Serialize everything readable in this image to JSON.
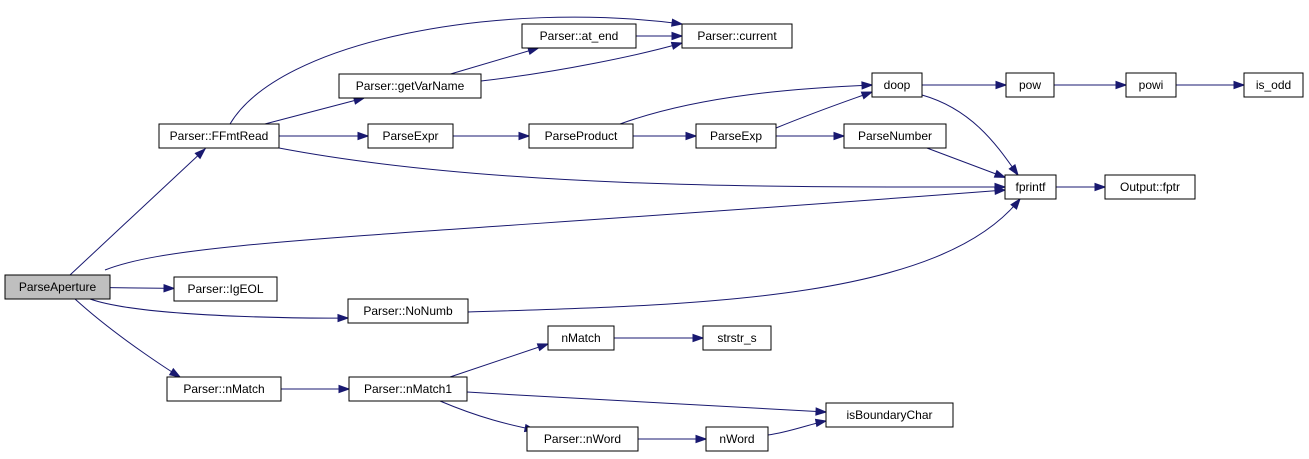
{
  "colors": {
    "edge": "#191970",
    "root_fill": "#bfbfbf",
    "node_fill": "#ffffff",
    "node_border": "#000000"
  },
  "nodes": [
    {
      "id": "ParseAperture",
      "label": "ParseAperture",
      "root": true
    },
    {
      "id": "FFmtRead",
      "label": "Parser::FFmtRead"
    },
    {
      "id": "IgEOL",
      "label": "Parser::IgEOL"
    },
    {
      "id": "NoNumb",
      "label": "Parser::NoNumb"
    },
    {
      "id": "nMatchP",
      "label": "Parser::nMatch"
    },
    {
      "id": "getVarName",
      "label": "Parser::getVarName"
    },
    {
      "id": "ParseExpr",
      "label": "ParseExpr"
    },
    {
      "id": "at_end",
      "label": "Parser::at_end"
    },
    {
      "id": "current",
      "label": "Parser::current"
    },
    {
      "id": "ParseProduct",
      "label": "ParseProduct"
    },
    {
      "id": "ParseExp",
      "label": "ParseExp"
    },
    {
      "id": "ParseNumber",
      "label": "ParseNumber"
    },
    {
      "id": "doop",
      "label": "doop"
    },
    {
      "id": "pow",
      "label": "pow"
    },
    {
      "id": "powi",
      "label": "powi"
    },
    {
      "id": "is_odd",
      "label": "is_odd"
    },
    {
      "id": "fprintf",
      "label": "fprintf"
    },
    {
      "id": "fptr",
      "label": "Output::fptr"
    },
    {
      "id": "nMatch1",
      "label": "Parser::nMatch1"
    },
    {
      "id": "nMatch",
      "label": "nMatch"
    },
    {
      "id": "strstr_s",
      "label": "strstr_s"
    },
    {
      "id": "nWordP",
      "label": "Parser::nWord"
    },
    {
      "id": "nWord",
      "label": "nWord"
    },
    {
      "id": "isBoundaryChar",
      "label": "isBoundaryChar"
    }
  ],
  "edges": [
    {
      "from": "ParseAperture",
      "to": "FFmtRead"
    },
    {
      "from": "ParseAperture",
      "to": "fprintf"
    },
    {
      "from": "ParseAperture",
      "to": "IgEOL"
    },
    {
      "from": "ParseAperture",
      "to": "NoNumb"
    },
    {
      "from": "ParseAperture",
      "to": "nMatchP"
    },
    {
      "from": "FFmtRead",
      "to": "current"
    },
    {
      "from": "FFmtRead",
      "to": "getVarName"
    },
    {
      "from": "FFmtRead",
      "to": "ParseExpr"
    },
    {
      "from": "FFmtRead",
      "to": "fprintf"
    },
    {
      "from": "getVarName",
      "to": "at_end"
    },
    {
      "from": "getVarName",
      "to": "current"
    },
    {
      "from": "at_end",
      "to": "current"
    },
    {
      "from": "ParseExpr",
      "to": "ParseProduct"
    },
    {
      "from": "ParseProduct",
      "to": "doop"
    },
    {
      "from": "ParseProduct",
      "to": "ParseExp"
    },
    {
      "from": "ParseExp",
      "to": "doop"
    },
    {
      "from": "ParseExp",
      "to": "ParseNumber"
    },
    {
      "from": "ParseNumber",
      "to": "fprintf"
    },
    {
      "from": "doop",
      "to": "pow"
    },
    {
      "from": "doop",
      "to": "fprintf"
    },
    {
      "from": "pow",
      "to": "powi"
    },
    {
      "from": "powi",
      "to": "is_odd"
    },
    {
      "from": "fprintf",
      "to": "fptr"
    },
    {
      "from": "NoNumb",
      "to": "fprintf"
    },
    {
      "from": "nMatchP",
      "to": "nMatch1"
    },
    {
      "from": "nMatch1",
      "to": "nMatch"
    },
    {
      "from": "nMatch1",
      "to": "isBoundaryChar"
    },
    {
      "from": "nMatch1",
      "to": "nWordP"
    },
    {
      "from": "nMatch",
      "to": "strstr_s"
    },
    {
      "from": "nWordP",
      "to": "nWord"
    },
    {
      "from": "nWord",
      "to": "isBoundaryChar"
    }
  ]
}
